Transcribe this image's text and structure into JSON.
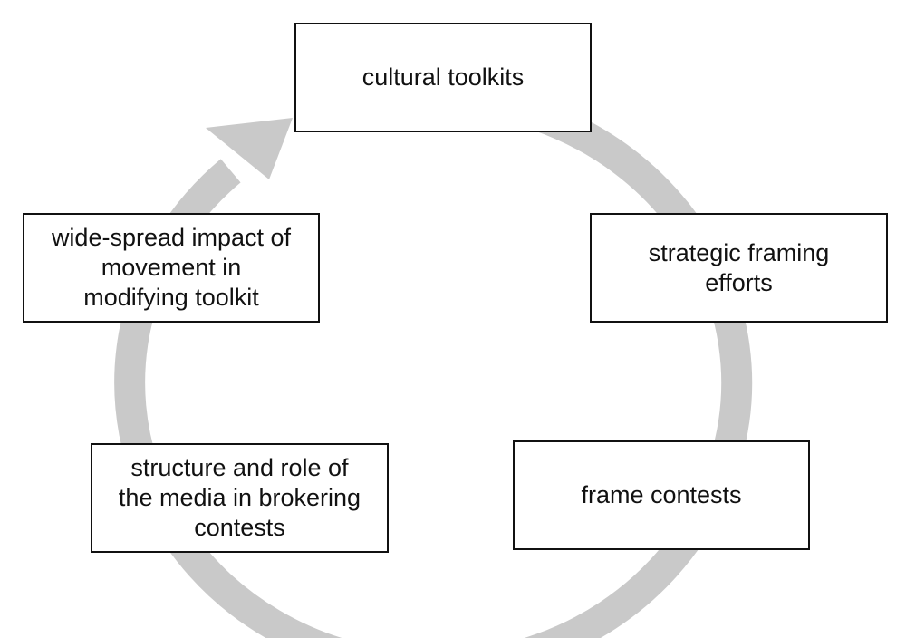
{
  "diagram": {
    "type": "cycle",
    "ring_color": "#c9c9c9",
    "border_color": "#111111",
    "nodes": [
      {
        "id": "cultural",
        "label": "cultural toolkits"
      },
      {
        "id": "strategic",
        "label": "strategic framing\nefforts"
      },
      {
        "id": "frame",
        "label": "frame contests"
      },
      {
        "id": "media",
        "label": "structure and role of\nthe media in brokering\ncontests"
      },
      {
        "id": "impact",
        "label": "wide-spread impact of\nmovement in\nmodifying toolkit"
      }
    ]
  }
}
